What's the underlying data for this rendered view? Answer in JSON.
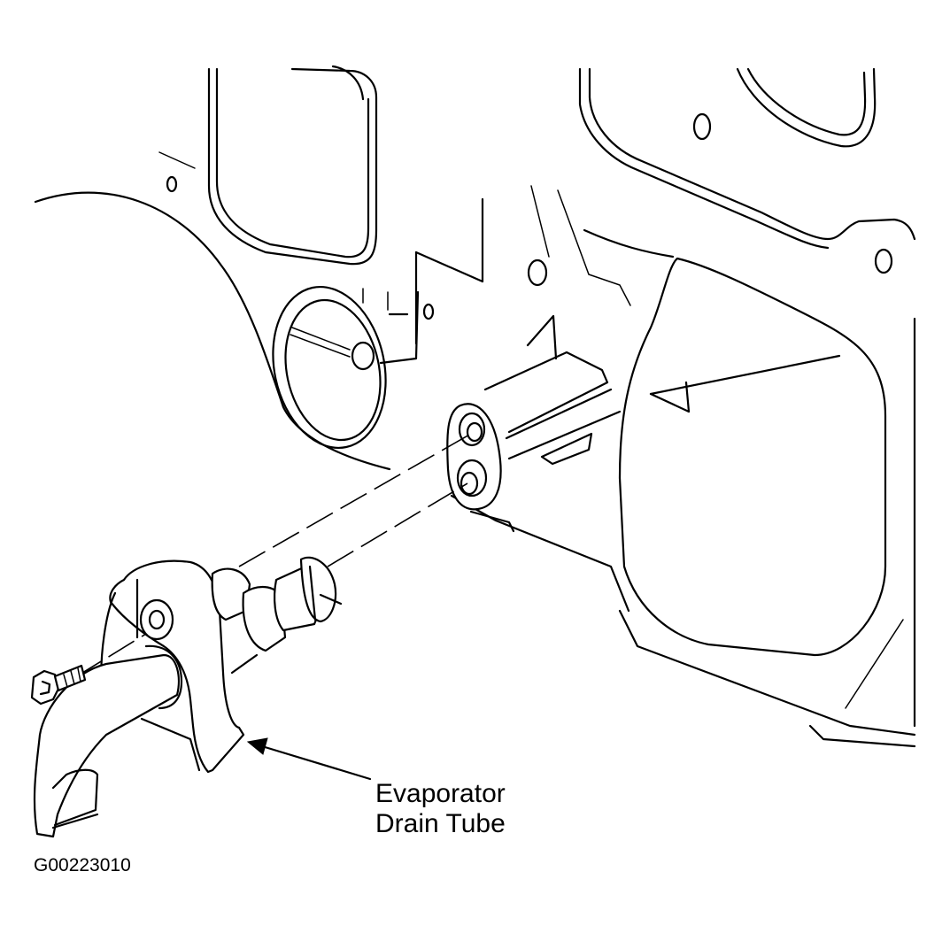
{
  "callout": {
    "line1": "Evaporator",
    "line2": "Drain Tube"
  },
  "figure_id": "G00223010",
  "colors": {
    "line": "#000000",
    "background": "#ffffff"
  }
}
